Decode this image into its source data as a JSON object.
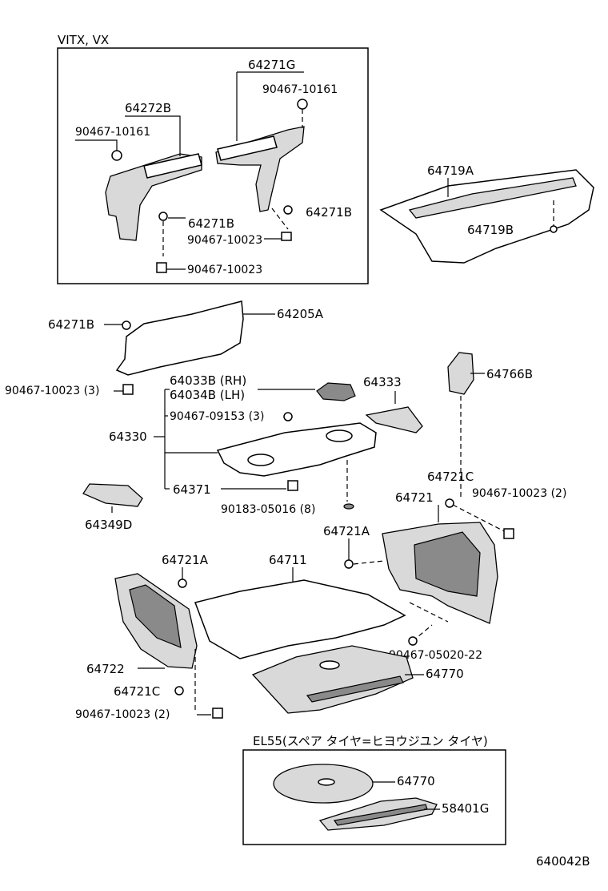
{
  "variant_box": {
    "title": "VITX, VX"
  },
  "option_box": {
    "title": "EL55(スペア タイヤ=ヒヨウジユン タイヤ)"
  },
  "drawing_number": "640042B",
  "labels": {
    "p64271G": "64271G",
    "p90467_10161_a": "90467-10161",
    "p64272B": "64272B",
    "p90467_10161_b": "90467-10161",
    "p64271B_a": "64271B",
    "p64271B_b": "64271B",
    "p90467_10023_a": "90467-10023",
    "p90467_10023_b": "90467-10023",
    "p64719A": "64719A",
    "p64719B": "64719B",
    "p64271B_c": "64271B",
    "p64205A": "64205A",
    "p90467_10023_3": "90467-10023 (3)",
    "p64033B": "64033B (RH)",
    "p64034B": "64034B (LH)",
    "p64333": "64333",
    "p90467_09153": "90467-09153 (3)",
    "p64330": "64330",
    "p64766B": "64766B",
    "p64371": "64371",
    "p90183_05016": "90183-05016 (8)",
    "p64349D": "64349D",
    "p64721C_a": "64721C",
    "p64721": "64721",
    "p90467_10023_2a": "90467-10023 (2)",
    "p64721A_a": "64721A",
    "p64721A_b": "64721A",
    "p64711": "64711",
    "p90467_05020": "90467-05020-22",
    "p64770_a": "64770",
    "p64722": "64722",
    "p64721C_b": "64721C",
    "p90467_10023_2b": "90467-10023 (2)",
    "p64770_b": "64770",
    "p58401G": "58401G"
  }
}
